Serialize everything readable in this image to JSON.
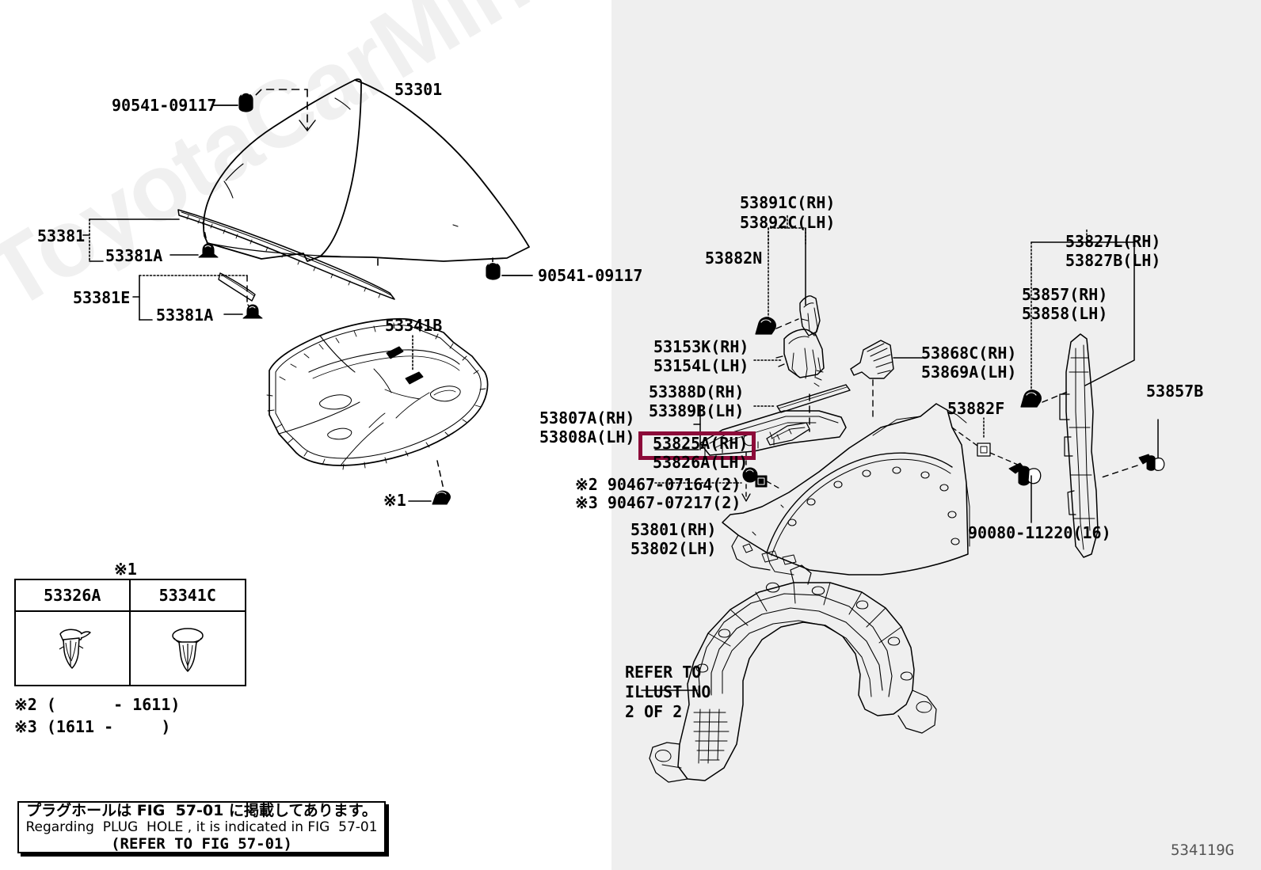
{
  "diagram": {
    "figure_code": "534119G",
    "watermark": "ToyotaCarMine.ru"
  },
  "left_panel": {
    "labels": [
      {
        "id": "l-90541-09117-top",
        "text": "90541-09117"
      },
      {
        "id": "l-53301",
        "text": "53301"
      },
      {
        "id": "l-53381",
        "text": "53381"
      },
      {
        "id": "l-53381a-1",
        "text": "53381A"
      },
      {
        "id": "l-53381e",
        "text": "53381E"
      },
      {
        "id": "l-53381a-2",
        "text": "53381A"
      },
      {
        "id": "l-90541-09117-bot",
        "text": "90541-09117"
      },
      {
        "id": "l-53341b",
        "text": "53341B"
      },
      {
        "id": "l-star1-callout",
        "text": "※1"
      }
    ],
    "l_90541_top": "90541-09117",
    "l_53301": "53301",
    "l_53381": "53381",
    "l_53381a_1": "53381A",
    "l_53381e": "53381E",
    "l_53381a_2": "53381A",
    "l_90541_bot": "90541-09117",
    "l_53341b": "53341B",
    "l_star1_callout": "※1"
  },
  "clip_table": {
    "caption": "※1",
    "headers": [
      "53326A",
      "53341C"
    ],
    "icons": [
      "clip-icon-53326a",
      "clip-icon-53341c"
    ]
  },
  "footnotes": {
    "note2": "※2 (      - 1611)",
    "note3": "※3 (1611 -     )"
  },
  "note_box": {
    "line_jp": "プラグホールは FIG  57-01 に掲載してあります。",
    "line_en": "Regarding  PLUG  HOLE , it is indicated in FIG  57-01",
    "line_ref": "(REFER TO FIG 57-01)"
  },
  "right_panel": {
    "l_53891c": "53891C(RH)",
    "l_53892c": "53892C(LH)",
    "l_53882n": "53882N",
    "l_53153k": "53153K(RH)",
    "l_53154l": "53154L(LH)",
    "l_53388d": "53388D(RH)",
    "l_53389b": "53389B(LH)",
    "l_53807a": "53807A(RH)",
    "l_53808a": "53808A(LH)",
    "l_53825a": "53825A(RH)",
    "l_53826a": "53826A(LH)",
    "l_note2_part": "※2 90467-07164(2)",
    "l_note3_part": "※3 90467-07217(2)",
    "l_53801": "53801(RH)",
    "l_53802": "53802(LH)",
    "l_53868c": "53868C(RH)",
    "l_53869a": "53869A(LH)",
    "l_53882f": "53882F",
    "l_53827l": "53827L(RH)",
    "l_53827b": "53827B(LH)",
    "l_53857": "53857(RH)",
    "l_53858": "53858(LH)",
    "l_53857b": "53857B",
    "l_90080": "90080-11220(16)",
    "refer_line1": "REFER TO",
    "refer_line2": "ILLUST NO",
    "refer_line3": "2 OF 2"
  },
  "colors": {
    "highlight": "#8c0b39",
    "right_panel_bg": "#efefef",
    "line": "#000000"
  }
}
